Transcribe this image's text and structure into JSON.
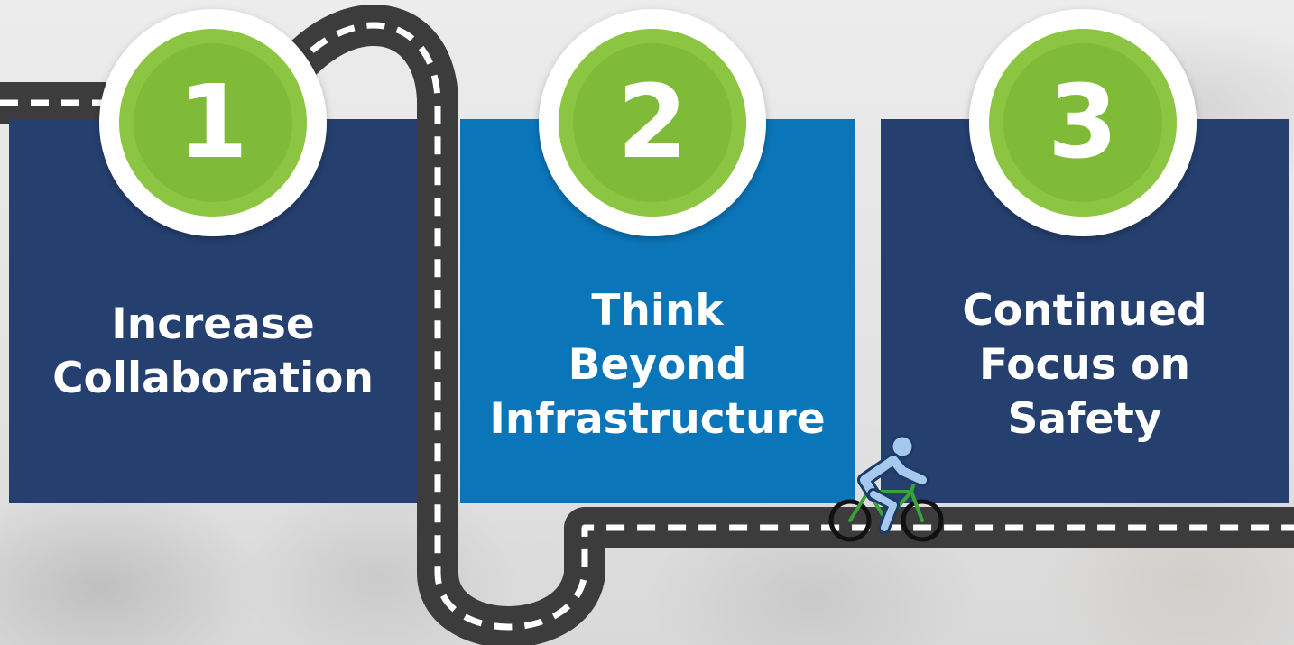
{
  "colors": {
    "panel_dark": "#253f6e",
    "panel_mid": "#0a75b8",
    "badge_green": "#8bc541",
    "badge_green_inner": "#7fbb38",
    "road": "#3c3c3c",
    "road_dash": "#ffffff",
    "cyclist": "#a6c8ec",
    "bike_frame": "#3aa23a"
  },
  "steps": [
    {
      "number": "1",
      "title_lines": [
        "Increase",
        "Collaboration"
      ]
    },
    {
      "number": "2",
      "title_lines": [
        "Think",
        "Beyond",
        "Infrastructure"
      ]
    },
    {
      "number": "3",
      "title_lines": [
        "Continued",
        "Focus on",
        "Safety"
      ]
    }
  ],
  "icons": {
    "cyclist": "cyclist-icon"
  }
}
